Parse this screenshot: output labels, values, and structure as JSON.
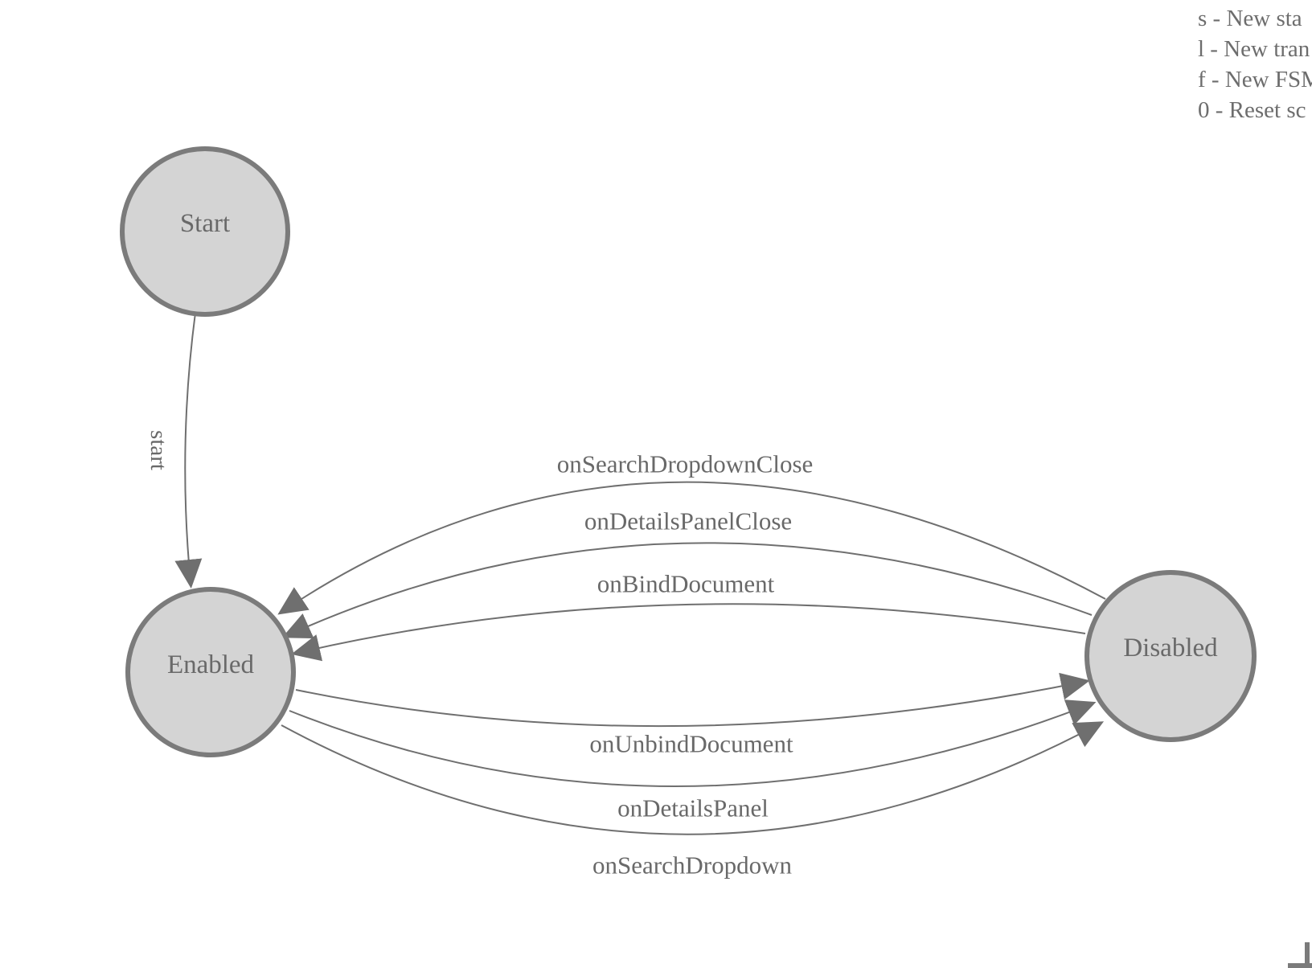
{
  "diagram": {
    "type": "fsm-state-diagram",
    "colors": {
      "background": "#ffffff",
      "node_fill": "#d4d4d4",
      "node_border": "#7b7b7b",
      "edge": "#6f6f6f",
      "text": "#696969"
    },
    "states": [
      {
        "id": "start",
        "label": "Start"
      },
      {
        "id": "enabled",
        "label": "Enabled"
      },
      {
        "id": "disabled",
        "label": "Disabled"
      }
    ],
    "transitions": [
      {
        "from": "Start",
        "to": "Enabled",
        "label": "start"
      },
      {
        "from": "Disabled",
        "to": "Enabled",
        "label": "onSearchDropdownClose"
      },
      {
        "from": "Disabled",
        "to": "Enabled",
        "label": "onDetailsPanelClose"
      },
      {
        "from": "Disabled",
        "to": "Enabled",
        "label": "onBindDocument"
      },
      {
        "from": "Enabled",
        "to": "Disabled",
        "label": "onUnbindDocument"
      },
      {
        "from": "Enabled",
        "to": "Disabled",
        "label": "onDetailsPanel"
      },
      {
        "from": "Enabled",
        "to": "Disabled",
        "label": "onSearchDropdown"
      }
    ]
  },
  "legend": {
    "lines": [
      "s - New sta",
      "l - New tran",
      "f - New FSM",
      "0 - Reset sc"
    ]
  }
}
